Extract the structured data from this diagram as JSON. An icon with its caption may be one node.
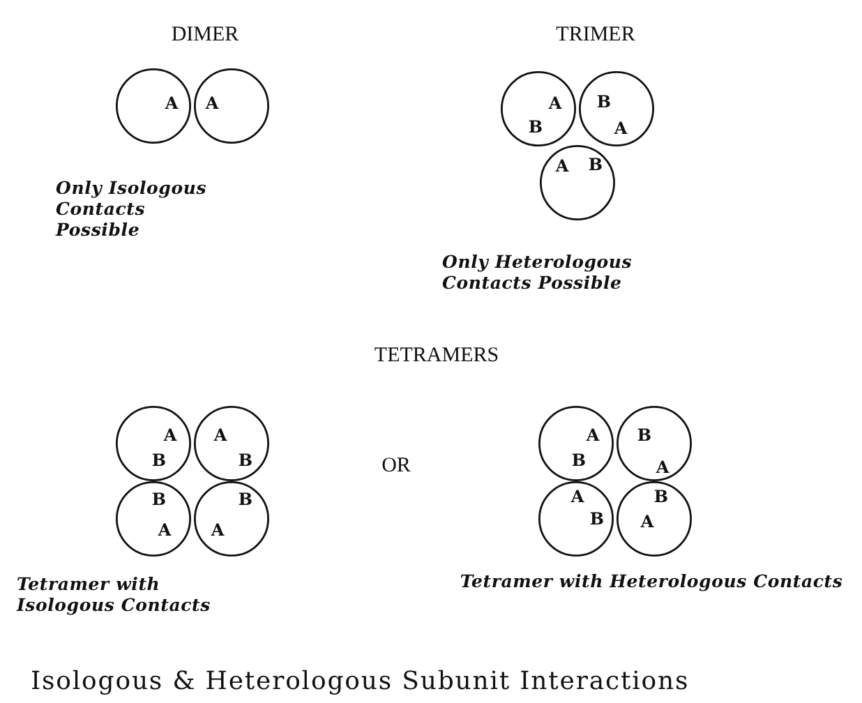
{
  "diagram": {
    "caption": "Isologous & Heterologous Subunit Interactions",
    "nodes": [
      {
        "text": [
          "A"
        ]
      },
      {
        "text": [
          "A"
        ]
      },
      {
        "text": [
          "A",
          "B"
        ]
      },
      {
        "text": [
          "B",
          "A"
        ]
      },
      {
        "text": [
          "A",
          "B"
        ]
      },
      {
        "text": [
          "A",
          "B"
        ]
      },
      {
        "text": [
          "A",
          "B"
        ]
      },
      {
        "text": [
          "B",
          "A"
        ]
      },
      {
        "text": [
          "B",
          "A"
        ]
      },
      {
        "text": [
          "A",
          "B"
        ]
      },
      {
        "text": [
          "B",
          "A"
        ]
      },
      {
        "text": [
          "A",
          "B"
        ]
      },
      {
        "text": [
          "B",
          "A"
        ]
      }
    ],
    "labels": [
      "DIMER",
      "TRIMER",
      "Only Isologous Contacts Possible",
      "Only Heterologous Contacts Possible",
      "TETRAMERS",
      "OR",
      "Tetramer with Isologous Contacts",
      "Tetramer with Heterologous Contacts"
    ]
  }
}
